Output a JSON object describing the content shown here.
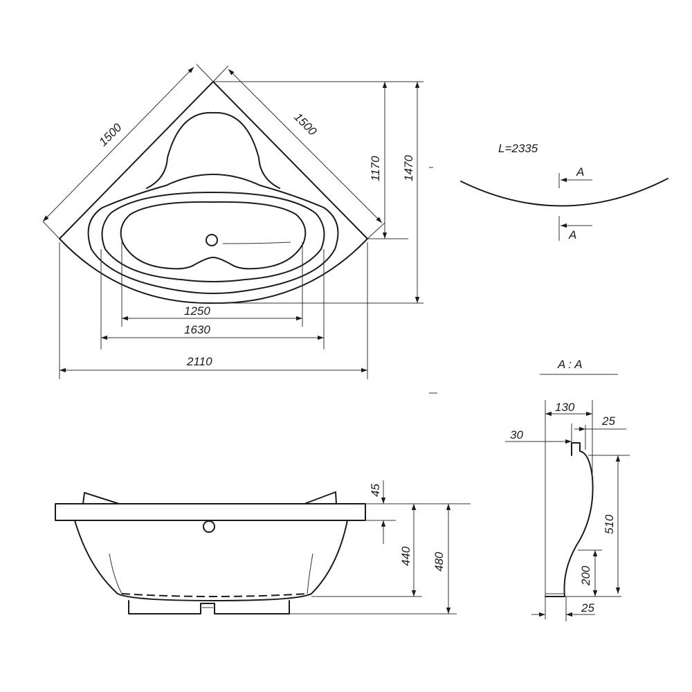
{
  "top_view": {
    "side_left": "1500",
    "side_right": "1500",
    "depth_inner": "1170",
    "depth_outer": "1470",
    "width_inner": "1250",
    "width_mid": "1630",
    "width_overall": "2110"
  },
  "arc": {
    "length_label": "L=2335",
    "section_mark_top": "A",
    "section_mark_bottom": "A"
  },
  "side_view": {
    "rim": "45",
    "inner_height": "440",
    "total_height": "480"
  },
  "section": {
    "title": "A : A",
    "top_width": "130",
    "top_right": "25",
    "top_left": "30",
    "wall_height": "510",
    "lower_height": "200",
    "bottom": "25"
  }
}
